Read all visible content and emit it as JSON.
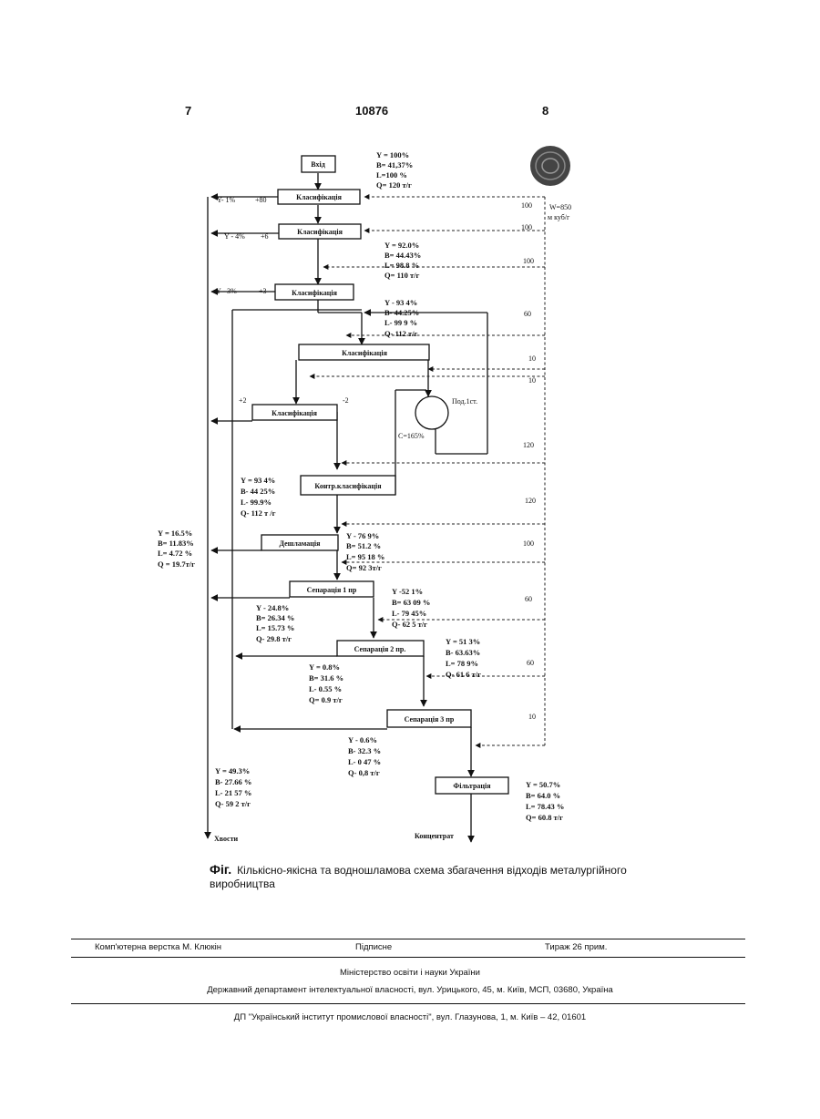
{
  "header": {
    "page_left": "7",
    "patent_no": "10876",
    "page_right": "8"
  },
  "diagram": {
    "boxes": {
      "input": "Вхід",
      "class1": "Класифікація",
      "class2": "Класифікація",
      "class3": "Класифікація",
      "class4": "Класифікація",
      "class5": "Класифікація",
      "control": "Контр.класифікація",
      "deslime": "Дешламація",
      "sep1": "Сепарація 1 пр",
      "sep2": "Сепарація 2 пр.",
      "sep3": "Сепарація 3 пр",
      "filter": "Фільтрація"
    },
    "mill": "Под.1ст.",
    "circ_load": "С=165%",
    "size_labels": {
      "s1": "+80",
      "s2": "+6",
      "s3": "+3",
      "s4": "+2",
      "s5": "-2"
    },
    "yield_labels": {
      "y1": "Y- 1%",
      "y2": "Y - 4%",
      "y3": "Y - 3%"
    },
    "water_supply": {
      "line1": "W=850",
      "line2": "м куб/г"
    },
    "stats": {
      "input": [
        "Y = 100%",
        "B= 41,37%",
        "L=100 %",
        "Q= 120 т/г"
      ],
      "after3": [
        "Y = 92.0%",
        "B= 44.43%",
        "L= 98.8 %",
        "Q= 110 т/г"
      ],
      "mill": [
        "Y - 93 4%",
        "B- 44.25%",
        "L- 99 9 %",
        "Q- 112 т/г"
      ],
      "control": [
        "Y = 93 4%",
        "B- 44 25%",
        "L- 99.9%",
        "Q- 112 т /г"
      ],
      "tails_d": [
        "Y = 16.5%",
        "B= 11.83%",
        "L= 4.72 %",
        "Q = 19.7т/г"
      ],
      "conc_d": [
        "Y - 76 9%",
        "B= 51.2 %",
        "L= 95 18 %",
        "Q= 92 3т/г"
      ],
      "tails_s1": [
        "Y - 24.8%",
        "B= 26.34 %",
        "L= 15.73 %",
        "Q- 29.8 т/г"
      ],
      "conc_s1": [
        "Y -52 1%",
        "B= 63 09 %",
        "L- 79 45%",
        "Q- 62 5 т/г"
      ],
      "tails_s2": [
        "Y = 0.8%",
        "B= 31.6 %",
        "L- 0.55 %",
        "Q= 0.9 т/г"
      ],
      "conc_s2": [
        "Y = 51 3%",
        "B- 63.63%",
        "L= 78 9%",
        "Q- 61 6 т/г"
      ],
      "tails_s3": [
        "Y - 0.6%",
        "B- 32.3 %",
        "L- 0 47 %",
        "Q- 0,8 т/г"
      ],
      "tails": [
        "Y = 49.3%",
        "B- 27.66 %",
        "L- 21 57 %",
        "Q- 59 2 т/г"
      ],
      "conc": [
        "Y = 50.7%",
        "B= 64.0 %",
        "L= 78.43 %",
        "Q= 60.8 т/г"
      ]
    },
    "water": [
      "100",
      "100",
      "100",
      "60",
      "10",
      "10",
      "120",
      "120",
      "100",
      "60",
      "60",
      "10"
    ],
    "outputs": {
      "tails": "Хвости",
      "conc": "Концентрат"
    }
  },
  "caption": {
    "label": "Фіг.",
    "text": "Кількісно-якісна та водношламова схема збагачення відходів металургійного виробництва"
  },
  "footer": {
    "layout": "Комп'ютерна верстка М. Клюкін",
    "signed": "Підписне",
    "copies": "Тираж 26 прим.",
    "ministry": "Міністерство освіти і науки України",
    "department": "Державний департамент інтелектуальної власності, вул. Урицького, 45, м. Київ, МСП, 03680, Україна",
    "institute": "ДП \"Український інститут промислової власності\", вул. Глазунова, 1, м. Київ – 42, 01601"
  }
}
